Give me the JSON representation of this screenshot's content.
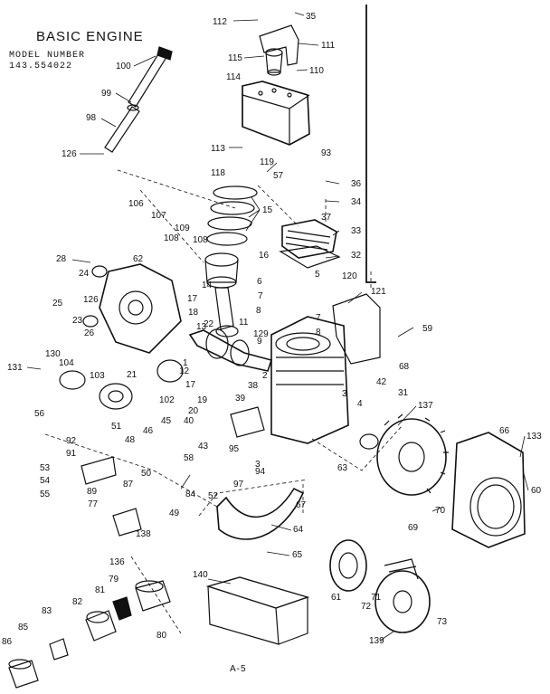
{
  "title": "BASIC ENGINE",
  "model_label": "MODEL NUMBER",
  "model_number": "143.554022",
  "page_label": "A-5",
  "ink_color": "#111111",
  "part_numbers": {
    "p1": "1",
    "p2": "2",
    "p3": "3",
    "p4": "4",
    "p5": "5",
    "p6": "6",
    "p7": "7",
    "p8": "8",
    "p9": "9",
    "p11": "11",
    "p12": "12",
    "p13": "13",
    "p14": "14",
    "p15": "15",
    "p16": "16",
    "p17": "17",
    "p18": "18",
    "p19": "19",
    "p20": "20",
    "p21": "21",
    "p22": "22",
    "p23": "23",
    "p24": "24",
    "p25": "25",
    "p26": "26",
    "p28": "28",
    "p31": "31",
    "p32": "32",
    "p33": "33",
    "p34": "34",
    "p35": "35",
    "p36": "36",
    "p37": "37",
    "p38": "38",
    "p39": "39",
    "p40": "40",
    "p42": "42",
    "p43": "43",
    "p45": "45",
    "p46": "46",
    "p48": "48",
    "p49": "49",
    "p50": "50",
    "p51": "51",
    "p52": "52",
    "p53": "53",
    "p54": "54",
    "p55": "55",
    "p56": "56",
    "p57": "57",
    "p58": "58",
    "p59": "59",
    "p60": "60",
    "p61": "61",
    "p62": "62",
    "p63": "63",
    "p64": "64",
    "p65": "65",
    "p66": "66",
    "p67": "67",
    "p68": "68",
    "p69": "69",
    "p70": "70",
    "p71": "71",
    "p72": "72",
    "p73": "73",
    "p77": "77",
    "p79": "79",
    "p80": "80",
    "p81": "81",
    "p82": "82",
    "p83": "83",
    "p84": "84",
    "p85": "85",
    "p86": "86",
    "p87": "87",
    "p89": "89",
    "p91": "91",
    "p92": "92",
    "p93": "93",
    "p94": "94",
    "p95": "95",
    "p97": "97",
    "p98": "98",
    "p99": "99",
    "p100": "100",
    "p102": "102",
    "p103": "103",
    "p104": "104",
    "p106": "106",
    "p107": "107",
    "p108": "108",
    "p109": "109",
    "p110": "110",
    "p111": "111",
    "p112": "112",
    "p113": "113",
    "p114": "114",
    "p115": "115",
    "p118": "118",
    "p119": "119",
    "p120": "120",
    "p121": "121",
    "p126": "126",
    "p129": "129",
    "p130": "130",
    "p131": "131",
    "p133": "133",
    "p136": "136",
    "p137": "137",
    "p138": "138",
    "p139": "139",
    "p140": "140"
  }
}
